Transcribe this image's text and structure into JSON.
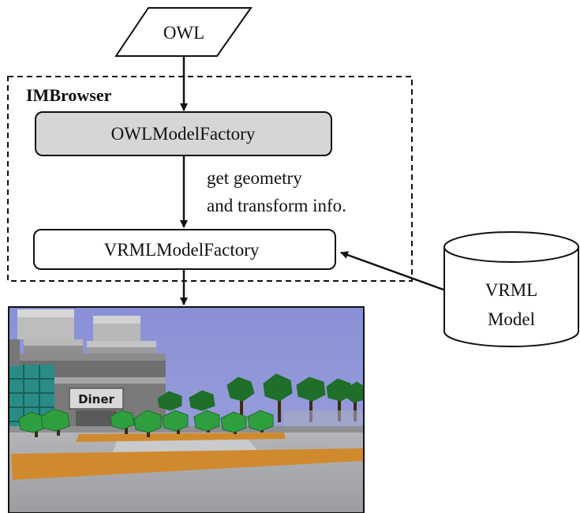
{
  "input_node": {
    "label": "OWL"
  },
  "container": {
    "label": "IMBrowser"
  },
  "owl_factory": {
    "label": "OWLModelFactory"
  },
  "vrml_factory": {
    "label": "VRMLModelFactory"
  },
  "edge_label": {
    "line1": "get geometry",
    "line2": "and transform info."
  },
  "database": {
    "line1": "VRML",
    "line2": "Model"
  },
  "scene": {
    "sign_text": "Diner"
  },
  "colors": {
    "owl_factory_fill": "#d6d6d6",
    "sky": "#8f96d8",
    "ground": "#a7a8ab",
    "path": "#d08a2e",
    "foliage": "#2f9e3f"
  }
}
